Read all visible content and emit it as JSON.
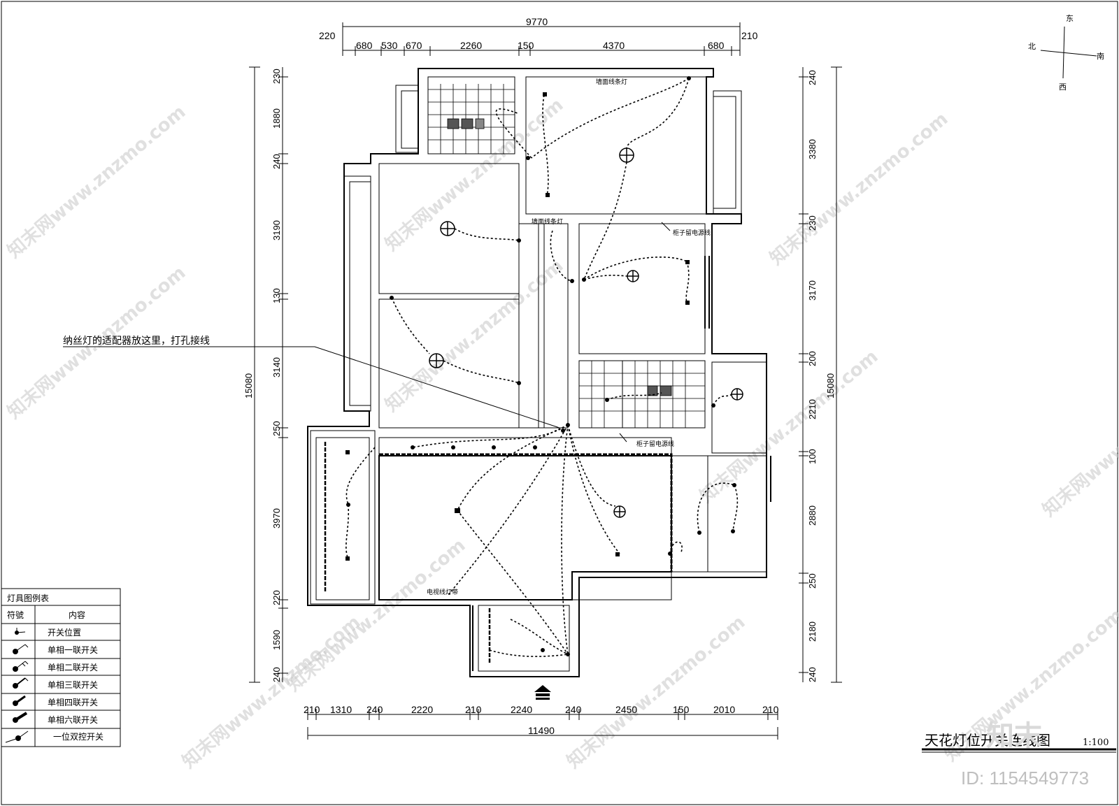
{
  "drawing": {
    "title": "天花灯位开关连线图",
    "scale": "1:100",
    "annotation_adapter": "纳丝灯的适配器放这里，打孔接线",
    "labels": {
      "wall_light_strip": "墙面线条灯",
      "reserve_power_1": "柜子留电源线",
      "reserve_power_2": "柜子留电源线",
      "tv_light_strip": "电视线灯带",
      "wall_strip_small": "墙面线条灯"
    }
  },
  "compass": {
    "east": "东",
    "south": "南",
    "north": "北",
    "west": "西"
  },
  "dims": {
    "top_total": "9770",
    "top": [
      "220",
      "680",
      "530",
      "670",
      "2260",
      "150",
      "4370",
      "680",
      "210"
    ],
    "bottom_total": "11490",
    "bottom": [
      "210",
      "1310",
      "240",
      "2220",
      "210",
      "2240",
      "240",
      "2450",
      "150",
      "2010",
      "210"
    ],
    "left_total": "15080",
    "left": [
      "230",
      "1880",
      "240",
      "3190",
      "130",
      "3140",
      "250",
      "3970",
      "220",
      "1590",
      "240"
    ],
    "right_total": "15080",
    "right": [
      "240",
      "3380",
      "230",
      "3170",
      "200",
      "2210",
      "100",
      "2880",
      "250",
      "2180",
      "240"
    ]
  },
  "legend": {
    "title": "灯具图例表",
    "col_symbol": "符號",
    "col_content": "内容",
    "rows": [
      {
        "icon": "switch-position-icon",
        "label": "开关位置"
      },
      {
        "icon": "single-gang-switch-icon",
        "label": "单相一联开关"
      },
      {
        "icon": "two-gang-switch-icon",
        "label": "单相二联开关"
      },
      {
        "icon": "three-gang-switch-icon",
        "label": "单相三联开关"
      },
      {
        "icon": "four-gang-switch-icon",
        "label": "单相四联开关"
      },
      {
        "icon": "six-gang-switch-icon",
        "label": "单相六联开关"
      },
      {
        "icon": "two-way-switch-icon",
        "label": "一位双控开关"
      }
    ]
  },
  "watermark": {
    "site": "知末网www.znzmo.com",
    "brand": "知末",
    "id": "ID: 1154549773"
  }
}
